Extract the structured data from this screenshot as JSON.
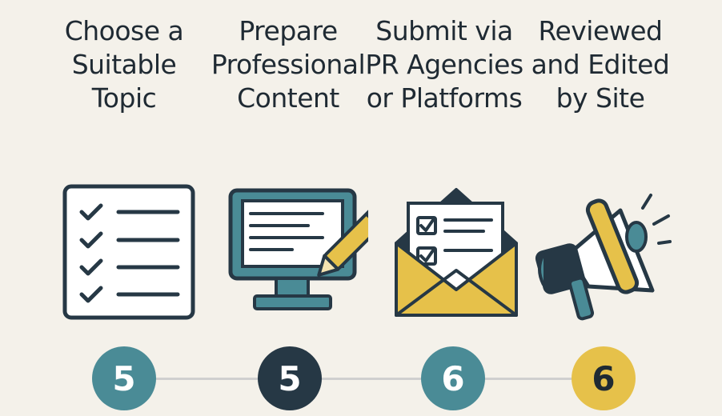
{
  "colors": {
    "background": "#f4f1ea",
    "dark": "#263845",
    "teal": "#4a8b96",
    "gold": "#e6c14a",
    "line": "#cfcfcf"
  },
  "steps": [
    {
      "title": "Choose a\nSuitable\nTopic",
      "icon": "checklist-icon",
      "number": "5",
      "badge_color": "#4a8b96"
    },
    {
      "title": "Prepare\nProfessional\nContent",
      "icon": "monitor-pencil-icon",
      "number": "5",
      "badge_color": "#263845"
    },
    {
      "title": "Submit via\nPR Agencies\nor Platforms",
      "icon": "envelope-checklist-icon",
      "number": "6",
      "badge_color": "#4a8b96"
    },
    {
      "title": "Reviewed\nand Edited\nby Site",
      "icon": "megaphone-icon",
      "number": "6",
      "badge_color": "#e6c14a"
    }
  ]
}
